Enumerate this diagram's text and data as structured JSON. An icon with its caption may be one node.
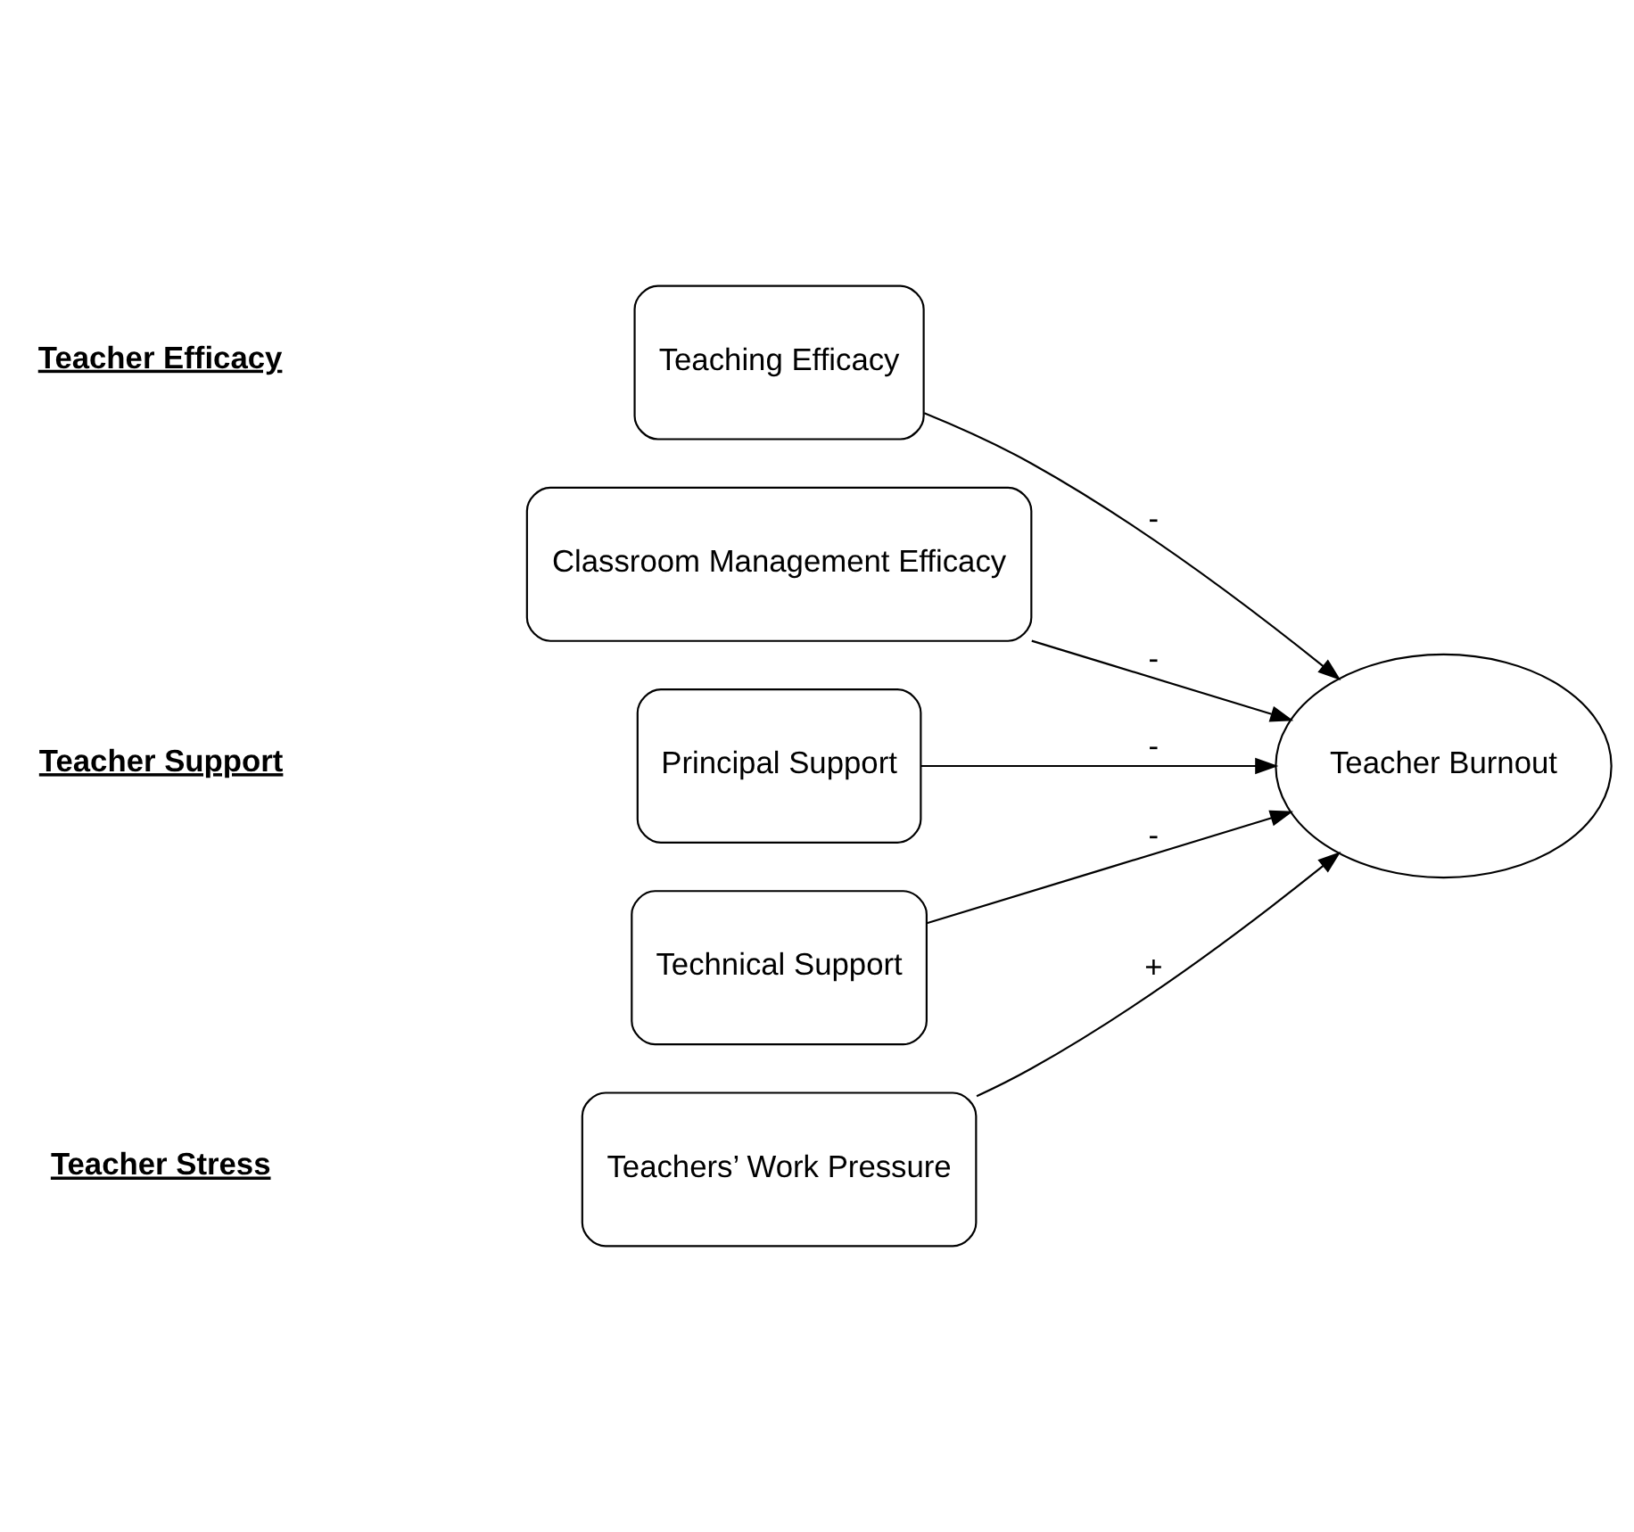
{
  "diagram": {
    "nodes": [
      {
        "text": [
          "Teachers’ Work Pressure"
        ]
      },
      {
        "text": [
          "Teaching Efficacy"
        ]
      },
      {
        "text": [
          "Classroom Management Efficacy"
        ]
      },
      {
        "text": [
          "Principal Support"
        ]
      },
      {
        "text": [
          "Technical Support"
        ]
      },
      {
        "text": [
          "Teacher Burnout"
        ]
      }
    ],
    "edges": [
      {
        "from": 0,
        "to": 5,
        "arrow": "to",
        "label": "+"
      },
      {
        "from": 1,
        "to": 5,
        "arrow": "to",
        "label": "-"
      },
      {
        "from": 2,
        "to": 5,
        "arrow": "to",
        "label": "-"
      },
      {
        "from": 3,
        "to": 5,
        "arrow": "to",
        "label": "-"
      },
      {
        "from": 4,
        "to": 5,
        "arrow": "to",
        "label": "-"
      }
    ],
    "labels": [
      "Teacher Stress",
      "Teacher Efficacy",
      "Teacher Support"
    ]
  }
}
